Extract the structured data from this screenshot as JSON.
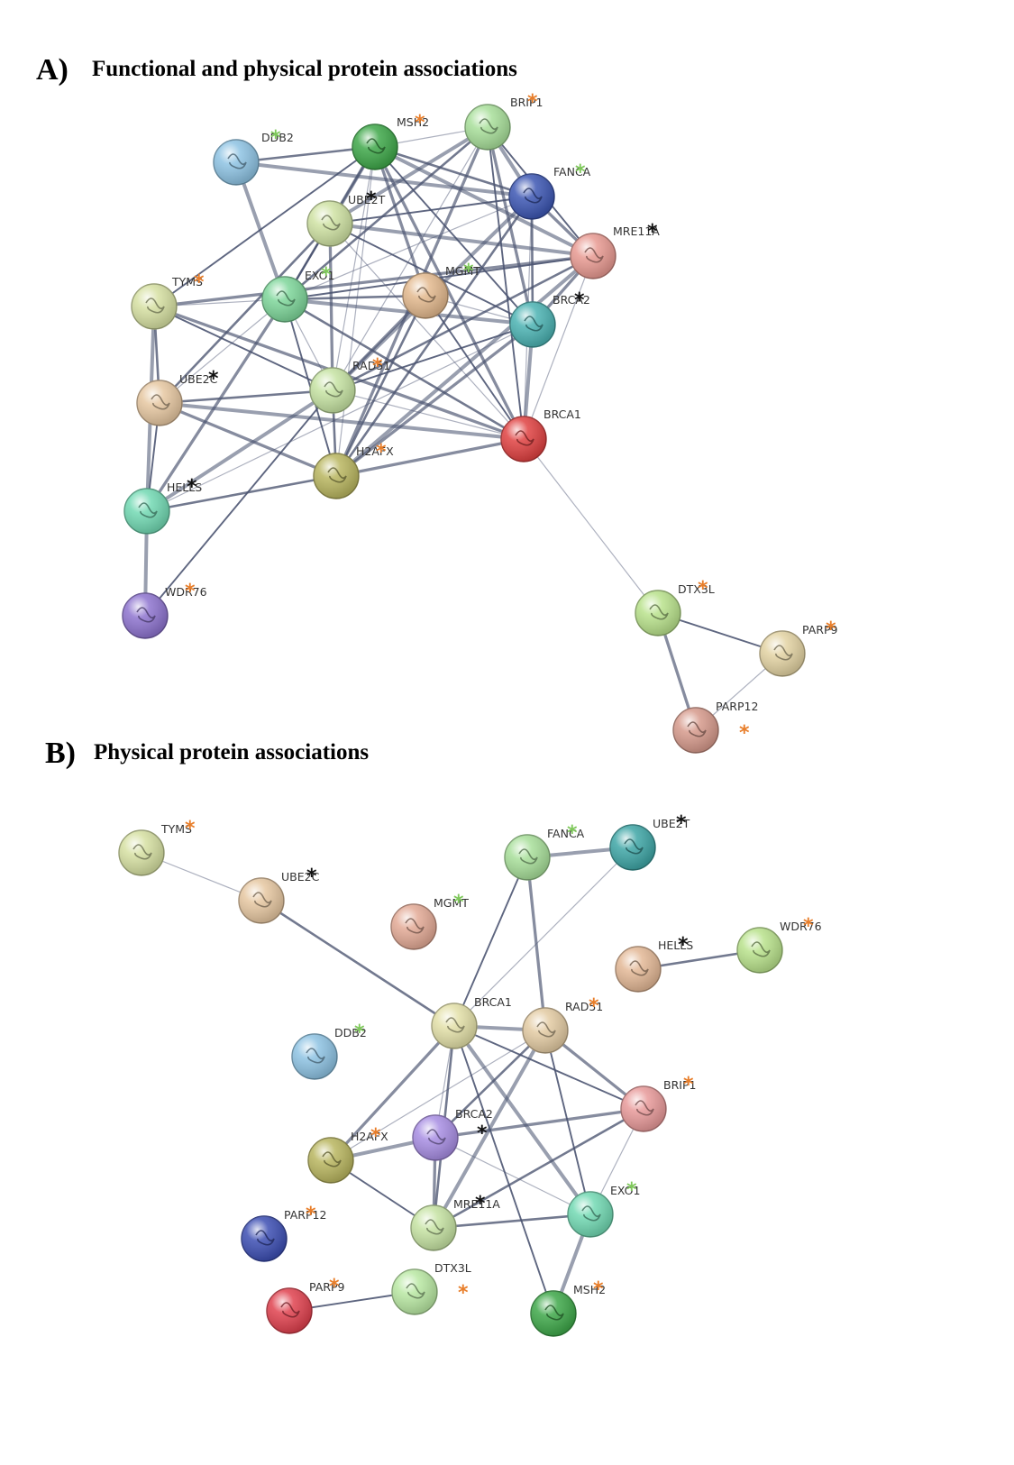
{
  "panels": [
    {
      "id": "A",
      "letter": "A)",
      "title": "Functional and physical protein associations",
      "nodes": [
        {
          "id": "DDB2",
          "label": "DDB2",
          "color": "#8ec3e3",
          "star": "green"
        },
        {
          "id": "MSH2",
          "label": "MSH2",
          "color": "#3fa84a",
          "star": "orange"
        },
        {
          "id": "BRIP1",
          "label": "BRIP1",
          "color": "#a8df9a",
          "star": "orange"
        },
        {
          "id": "FANCA",
          "label": "FANCA",
          "color": "#3d57b3",
          "star": "green"
        },
        {
          "id": "UBE2T",
          "label": "UBE2T",
          "color": "#cfe2a3",
          "star": "black"
        },
        {
          "id": "MRE11A",
          "label": "MRE11A",
          "color": "#e89a92",
          "star": "black"
        },
        {
          "id": "TYMS",
          "label": "TYMS",
          "color": "#d6e0a2",
          "star": "orange"
        },
        {
          "id": "EXO1",
          "label": "EXO1",
          "color": "#7ed69a",
          "star": "green"
        },
        {
          "id": "MGMT",
          "label": "MGMT",
          "color": "#e3b98e",
          "star": "green"
        },
        {
          "id": "BRCA2",
          "label": "BRCA2",
          "color": "#4cb3b3",
          "star": "black"
        },
        {
          "id": "UBE2C",
          "label": "UBE2C",
          "color": "#e6c7a1",
          "star": "black"
        },
        {
          "id": "RAD51",
          "label": "RAD51",
          "color": "#c6e3a3",
          "star": "orange"
        },
        {
          "id": "BRCA1",
          "label": "BRCA1",
          "color": "#e04242",
          "star": ""
        },
        {
          "id": "H2AFX",
          "label": "H2AFX",
          "color": "#b9b660",
          "star": "orange"
        },
        {
          "id": "HELLS",
          "label": "HELLS",
          "color": "#72d9b3",
          "star": "black"
        },
        {
          "id": "WDR76",
          "label": "WDR76",
          "color": "#8e74cf",
          "star": "orange"
        },
        {
          "id": "DTX3L",
          "label": "DTX3L",
          "color": "#b9e28c",
          "star": "orange"
        },
        {
          "id": "PARP9",
          "label": "PARP9",
          "color": "#e3d3a3",
          "star": "orange"
        },
        {
          "id": "PARP12",
          "label": "PARP12",
          "color": "#d69a8c",
          "star": "orange"
        }
      ],
      "edges": [
        [
          "MSH2",
          "BRIP1"
        ],
        [
          "MSH2",
          "FANCA"
        ],
        [
          "MSH2",
          "MRE11A"
        ],
        [
          "MSH2",
          "BRCA2"
        ],
        [
          "MSH2",
          "BRCA1"
        ],
        [
          "MSH2",
          "RAD51"
        ],
        [
          "MSH2",
          "EXO1"
        ],
        [
          "MSH2",
          "UBE2T"
        ],
        [
          "MSH2",
          "TYMS"
        ],
        [
          "MSH2",
          "MGMT"
        ],
        [
          "MSH2",
          "H2AFX"
        ],
        [
          "MSH2",
          "DDB2"
        ],
        [
          "BRIP1",
          "FANCA"
        ],
        [
          "BRIP1",
          "BRCA1"
        ],
        [
          "BRIP1",
          "BRCA2"
        ],
        [
          "BRIP1",
          "RAD51"
        ],
        [
          "BRIP1",
          "EXO1"
        ],
        [
          "BRIP1",
          "UBE2T"
        ],
        [
          "BRIP1",
          "MRE11A"
        ],
        [
          "BRIP1",
          "H2AFX"
        ],
        [
          "FANCA",
          "BRCA1"
        ],
        [
          "FANCA",
          "BRCA2"
        ],
        [
          "FANCA",
          "RAD51"
        ],
        [
          "FANCA",
          "UBE2T"
        ],
        [
          "FANCA",
          "MRE11A"
        ],
        [
          "FANCA",
          "EXO1"
        ],
        [
          "FANCA",
          "H2AFX"
        ],
        [
          "FANCA",
          "DDB2"
        ],
        [
          "UBE2T",
          "EXO1"
        ],
        [
          "UBE2T",
          "RAD51"
        ],
        [
          "UBE2T",
          "BRCA1"
        ],
        [
          "UBE2T",
          "UBE2C"
        ],
        [
          "UBE2T",
          "MRE11A"
        ],
        [
          "UBE2T",
          "BRCA2"
        ],
        [
          "MRE11A",
          "BRCA2"
        ],
        [
          "MRE11A",
          "BRCA1"
        ],
        [
          "MRE11A",
          "RAD51"
        ],
        [
          "MRE11A",
          "H2AFX"
        ],
        [
          "MRE11A",
          "EXO1"
        ],
        [
          "MRE11A",
          "TYMS"
        ],
        [
          "TYMS",
          "EXO1"
        ],
        [
          "TYMS",
          "UBE2C"
        ],
        [
          "TYMS",
          "HELLS"
        ],
        [
          "TYMS",
          "RAD51"
        ],
        [
          "TYMS",
          "BRCA1"
        ],
        [
          "EXO1",
          "RAD51"
        ],
        [
          "EXO1",
          "BRCA1"
        ],
        [
          "EXO1",
          "BRCA2"
        ],
        [
          "EXO1",
          "H2AFX"
        ],
        [
          "EXO1",
          "HELLS"
        ],
        [
          "EXO1",
          "UBE2C"
        ],
        [
          "EXO1",
          "MGMT"
        ],
        [
          "EXO1",
          "DDB2"
        ],
        [
          "MGMT",
          "BRCA1"
        ],
        [
          "MGMT",
          "RAD51"
        ],
        [
          "MGMT",
          "BRCA2"
        ],
        [
          "MGMT",
          "H2AFX"
        ],
        [
          "BRCA2",
          "BRCA1"
        ],
        [
          "BRCA2",
          "RAD51"
        ],
        [
          "BRCA2",
          "H2AFX"
        ],
        [
          "BRCA2",
          "HELLS"
        ],
        [
          "UBE2C",
          "RAD51"
        ],
        [
          "UBE2C",
          "BRCA1"
        ],
        [
          "UBE2C",
          "HELLS"
        ],
        [
          "UBE2C",
          "H2AFX"
        ],
        [
          "RAD51",
          "BRCA1"
        ],
        [
          "RAD51",
          "H2AFX"
        ],
        [
          "RAD51",
          "HELLS"
        ],
        [
          "RAD51",
          "WDR76"
        ],
        [
          "BRCA1",
          "H2AFX"
        ],
        [
          "BRCA1",
          "DTX3L"
        ],
        [
          "H2AFX",
          "HELLS"
        ],
        [
          "HELLS",
          "WDR76"
        ],
        [
          "DTX3L",
          "PARP9"
        ],
        [
          "DTX3L",
          "PARP12"
        ],
        [
          "PARP9",
          "PARP12"
        ]
      ]
    },
    {
      "id": "B",
      "letter": "B)",
      "title": "Physical protein associations",
      "nodes": [
        {
          "id": "TYMS",
          "label": "TYMS",
          "color": "#d6e0a2",
          "star": "orange"
        },
        {
          "id": "UBE2C",
          "label": "UBE2C",
          "color": "#e6c7a1",
          "star": "black"
        },
        {
          "id": "FANCA",
          "label": "FANCA",
          "color": "#a8df9a",
          "star": "green"
        },
        {
          "id": "UBE2T",
          "label": "UBE2T",
          "color": "#3fa6a6",
          "star": "black"
        },
        {
          "id": "MGMT",
          "label": "MGMT",
          "color": "#e3aa96",
          "star": "green"
        },
        {
          "id": "HELLS",
          "label": "HELLS",
          "color": "#e3b896",
          "star": "black"
        },
        {
          "id": "WDR76",
          "label": "WDR76",
          "color": "#b9e28c",
          "star": "orange"
        },
        {
          "id": "BRCA1",
          "label": "BRCA1",
          "color": "#e3e0a8",
          "star": ""
        },
        {
          "id": "RAD51",
          "label": "RAD51",
          "color": "#e3cba3",
          "star": "orange"
        },
        {
          "id": "DDB2",
          "label": "DDB2",
          "color": "#8ec3e3",
          "star": "green"
        },
        {
          "id": "BRIP1",
          "label": "BRIP1",
          "color": "#e89a9a",
          "star": "orange"
        },
        {
          "id": "H2AFX",
          "label": "H2AFX",
          "color": "#b9b660",
          "star": "orange"
        },
        {
          "id": "BRCA2",
          "label": "BRCA2",
          "color": "#a88ee3",
          "star": "black"
        },
        {
          "id": "EXO1",
          "label": "EXO1",
          "color": "#72d9b3",
          "star": "green"
        },
        {
          "id": "MRE11A",
          "label": "MRE11A",
          "color": "#c6e3a3",
          "star": "black"
        },
        {
          "id": "PARP12",
          "label": "PARP12",
          "color": "#3d4fb3",
          "star": "orange"
        },
        {
          "id": "DTX3L",
          "label": "DTX3L",
          "color": "#b9e8a3",
          "star": "orange"
        },
        {
          "id": "PARP9",
          "label": "PARP9",
          "color": "#e0424f",
          "star": "orange"
        },
        {
          "id": "MSH2",
          "label": "MSH2",
          "color": "#3fa84a",
          "star": "orange"
        }
      ],
      "edges": [
        [
          "TYMS",
          "UBE2C"
        ],
        [
          "UBE2C",
          "BRCA1"
        ],
        [
          "FANCA",
          "UBE2T"
        ],
        [
          "FANCA",
          "BRCA1"
        ],
        [
          "FANCA",
          "RAD51"
        ],
        [
          "UBE2T",
          "BRCA1"
        ],
        [
          "HELLS",
          "WDR76"
        ],
        [
          "BRCA1",
          "RAD51"
        ],
        [
          "BRCA1",
          "BRIP1"
        ],
        [
          "BRCA1",
          "H2AFX"
        ],
        [
          "BRCA1",
          "BRCA2"
        ],
        [
          "BRCA1",
          "MRE11A"
        ],
        [
          "BRCA1",
          "EXO1"
        ],
        [
          "BRCA1",
          "MSH2"
        ],
        [
          "RAD51",
          "BRIP1"
        ],
        [
          "RAD51",
          "H2AFX"
        ],
        [
          "RAD51",
          "BRCA2"
        ],
        [
          "RAD51",
          "MRE11A"
        ],
        [
          "RAD51",
          "EXO1"
        ],
        [
          "BRIP1",
          "BRCA2"
        ],
        [
          "BRIP1",
          "EXO1"
        ],
        [
          "BRIP1",
          "MRE11A"
        ],
        [
          "H2AFX",
          "BRCA2"
        ],
        [
          "H2AFX",
          "MRE11A"
        ],
        [
          "BRCA2",
          "MRE11A"
        ],
        [
          "BRCA2",
          "EXO1"
        ],
        [
          "MRE11A",
          "EXO1"
        ],
        [
          "EXO1",
          "MSH2"
        ],
        [
          "DTX3L",
          "PARP9"
        ]
      ]
    }
  ],
  "star_colors": {
    "orange": "#e87e2a",
    "green": "#7ec85a",
    "black": "#111111"
  },
  "edge_color": "#4a5370"
}
